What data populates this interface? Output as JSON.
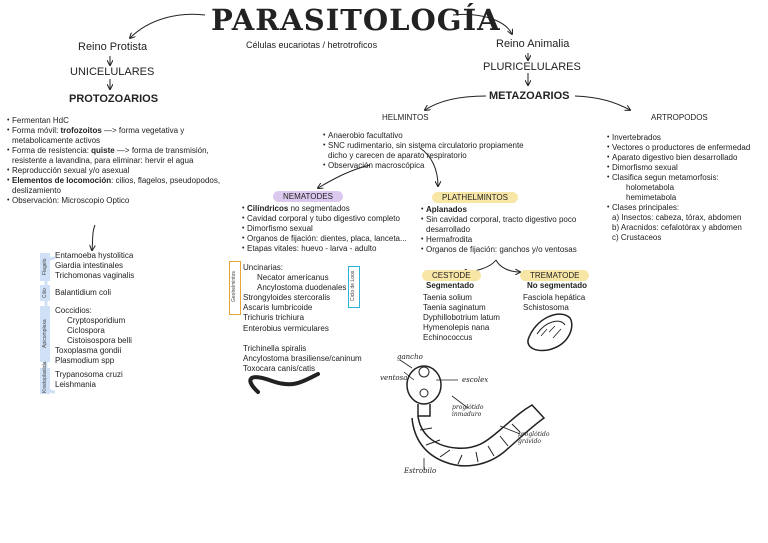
{
  "title": "PARASITOLOGÍA",
  "subtitle": "Células eucariotas / hetrotroficos",
  "protista": {
    "reino": "Reino Protista",
    "tipo": "UNICELULARES",
    "grupo": "PROTOZOARIOS",
    "caracteristicas": [
      [
        {
          "t": "Fermentan HdC"
        }
      ],
      [
        {
          "t": "Forma móvil: "
        },
        {
          "t": "trofozoitos",
          "b": true
        },
        {
          "t": " —> forma vegetativa y"
        }
      ],
      [
        {
          "t": "metabolicamente activos"
        }
      ],
      [
        {
          "t": "Forma de resistencia: "
        },
        {
          "t": "quiste",
          "b": true
        },
        {
          "t": " —> forma de transmisión,"
        }
      ],
      [
        {
          "t": "resistente a lavandina, para eliminar: hervir el agua"
        }
      ],
      [
        {
          "t": "Reproducción sexual y/o asexual"
        }
      ],
      [
        {
          "t": "Elementos de locomoción",
          "b": true
        },
        {
          "t": ": cilios, flagelos, pseudopodos,"
        }
      ],
      [
        {
          "t": "deslizamiento"
        }
      ],
      [
        {
          "t": "Observación: Microscopio Optico"
        }
      ]
    ],
    "grupos": [
      {
        "label": "Flagelo",
        "items": [
          "Entamoeba hystolitica",
          "Giardia intestinales",
          "Trichomonas vaginalis"
        ]
      },
      {
        "label": "Cilio",
        "items": [
          "Balantidium coli"
        ]
      },
      {
        "label": "Apicomplexa",
        "items": [
          "Coccidios:",
          "Cryptosporidium",
          "Ciclospora",
          "Cistoisospora belli",
          "Toxoplasma gondii",
          "Plasmodium spp"
        ]
      },
      {
        "label": "Kinetoplastida",
        "items": [
          "Trypanosoma cruzi",
          "Leishmania"
        ]
      }
    ]
  },
  "animalia": {
    "reino": "Reino Animalia",
    "tipo": "PLURICELULARES",
    "grupo": "METAZOARIOS"
  },
  "helmintos": {
    "label": "HELMINTOS",
    "caracteristicas": [
      "Anaerobio facultativo",
      "SNC rudimentario, sin sistema circulatorio propiamente",
      "dicho y carecen de aparato respiratorio",
      "Observación macroscópica"
    ]
  },
  "nematodes": {
    "label": "NEMATODES",
    "caracteristicas": [
      [
        {
          "t": "Cilíndricos",
          "b": true
        },
        {
          "t": " no segmentados"
        }
      ],
      [
        {
          "t": "Cavidad corporal y tubo digestivo completo"
        }
      ],
      [
        {
          "t": "Dimorfismo sexual"
        }
      ],
      [
        {
          "t": "Organos de fijación: dientes, placa, lanceta..."
        }
      ],
      [
        {
          "t": "Etapas vitales: huevo - larva - adulto"
        }
      ]
    ],
    "geohelmintos_label": "Geohelmintos",
    "loos_label": "Ciclo de Loos",
    "especies_a": [
      "Uncinarias:",
      "Necator americanus",
      "Ancylostoma duodenales",
      "Strongyloides stercoralis",
      "Ascaris lumbricoide",
      "Trichuris trichiura"
    ],
    "especie_b": "Enterobius vermiculares",
    "especies_c": [
      "Trichinella spiralis",
      "Ancylostoma brasiliense/caninum",
      "Toxocara canis/catis"
    ]
  },
  "plathelmintos": {
    "label": "PLATHELMINTOS",
    "caracteristicas": [
      [
        {
          "t": "Aplanados",
          "b": true
        }
      ],
      [
        {
          "t": "Sin cavidad corporal, tracto digestivo poco"
        }
      ],
      [
        {
          "t": "desarrollado"
        }
      ],
      [
        {
          "t": "Hermafrodita"
        }
      ],
      [
        {
          "t": "Organos de fijación: ganchos y/o ventosas"
        }
      ]
    ],
    "cestode": {
      "label": "CESTODE",
      "sub": "Segmentado",
      "items": [
        "Taenia solium",
        "Taenia saginatum",
        "Dyphillobotrium latum",
        "Hymenolepis nana",
        "Echinococcus"
      ]
    },
    "trematode": {
      "label": "TREMATODE",
      "sub": "No segmentado",
      "items": [
        "Fasciola hepática",
        "Schistosoma"
      ]
    }
  },
  "artropodos": {
    "label": "ARTROPODOS",
    "caracteristicas": [
      "Invertebrados",
      "Vectores o productores de enfermedad",
      "Aparato digestivo bien desarrollado",
      "Dimorfismo sexual",
      "Clasifica segun metamorfosis:",
      "holometabola",
      "hemimetabola",
      "Clases principales:",
      "a) Insectos: cabeza, tórax, abdomen",
      "b) Aracnidos: cefalotórax y abdomen",
      "c) Crustaceos"
    ]
  },
  "sketch": {
    "gancho": "gancho",
    "ventosa": "ventosa",
    "escolex": "escolex",
    "proglotido_inmaduro": [
      "proglótido",
      "inmaduro"
    ],
    "proglotido_gravido": [
      "proglótido",
      "grávido"
    ],
    "estrobilo": "Estrobilo"
  },
  "colors": {
    "nematodes_pill": "#dcc9ef",
    "plathelmintos_pill": "#f8e6a6",
    "cestode_pill": "#f8e6a6",
    "trematode_pill": "#f8e6a6",
    "flagelo_side": "#cfe0f7",
    "geohelmintos_box": "#e6a533",
    "loos_box": "#2bb3d8"
  }
}
